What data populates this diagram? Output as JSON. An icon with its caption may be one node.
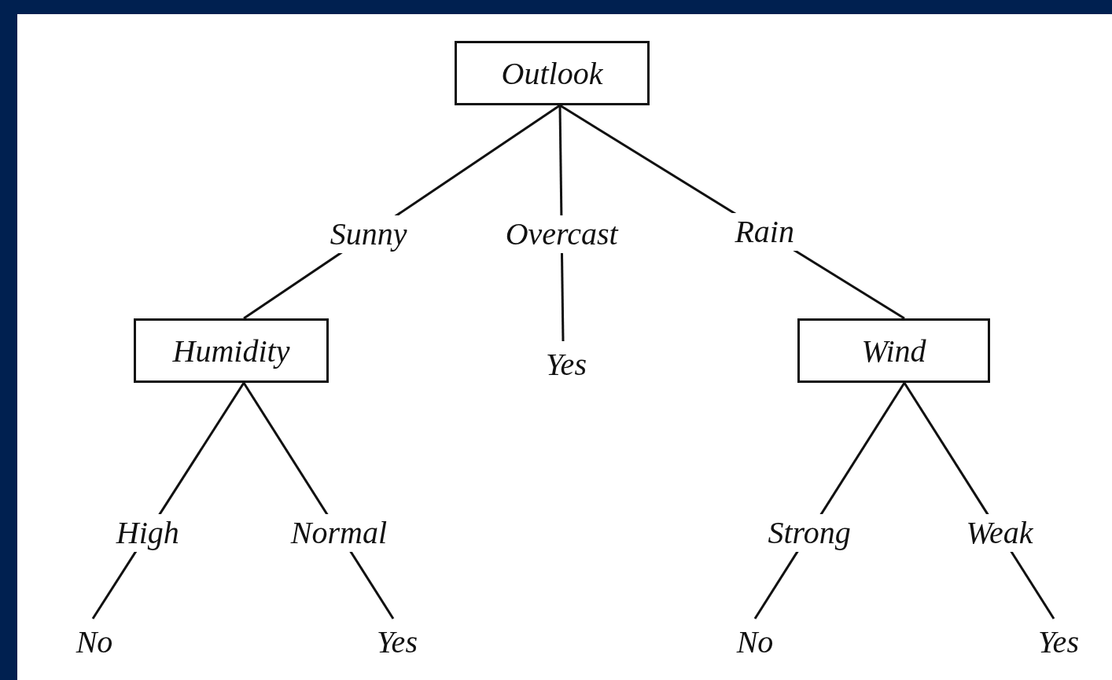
{
  "diagram": {
    "nodes": [
      {
        "text": [
          "Outlook"
        ]
      },
      {
        "text": [
          "Humidity"
        ]
      },
      {
        "text": [
          "Yes"
        ]
      },
      {
        "text": [
          "Wind"
        ]
      },
      {
        "text": [
          "No"
        ]
      },
      {
        "text": [
          "Yes"
        ]
      },
      {
        "text": [
          "No"
        ]
      },
      {
        "text": [
          "Yes"
        ]
      }
    ],
    "edges": [
      {
        "from": 0,
        "to": 1,
        "arrow": "none",
        "label": "Sunny"
      },
      {
        "from": 0,
        "to": 2,
        "arrow": "none",
        "label": "Overcast"
      },
      {
        "from": 0,
        "to": 3,
        "arrow": "none",
        "label": "Rain"
      },
      {
        "from": 1,
        "to": 4,
        "arrow": "none",
        "label": "High"
      },
      {
        "from": 1,
        "to": 5,
        "arrow": "none",
        "label": "Normal"
      },
      {
        "from": 3,
        "to": 6,
        "arrow": "none",
        "label": "Strong"
      },
      {
        "from": 3,
        "to": 7,
        "arrow": "none",
        "label": "Weak"
      }
    ]
  }
}
